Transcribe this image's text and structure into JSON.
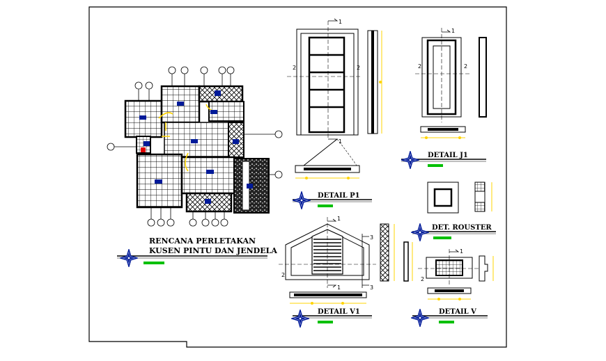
{
  "plan": {
    "title_line1": "RENCANA PERLETAKAN",
    "title_line2": "KUSEN PINTU DAN JENDELA"
  },
  "details": {
    "p1": "DETAIL P1",
    "j1": "DETAIL J1",
    "rouster": "DET. ROUSTER",
    "v1": "DETAIL V1",
    "v": "DETAIL V"
  },
  "section_marks": {
    "one": "1",
    "two": "2",
    "three": "3"
  },
  "colors": {
    "line": "#000000",
    "accent_green": "#00c000",
    "accent_yellow": "#ffd400",
    "accent_blue": "#001a99",
    "accent_red": "#e00000"
  }
}
